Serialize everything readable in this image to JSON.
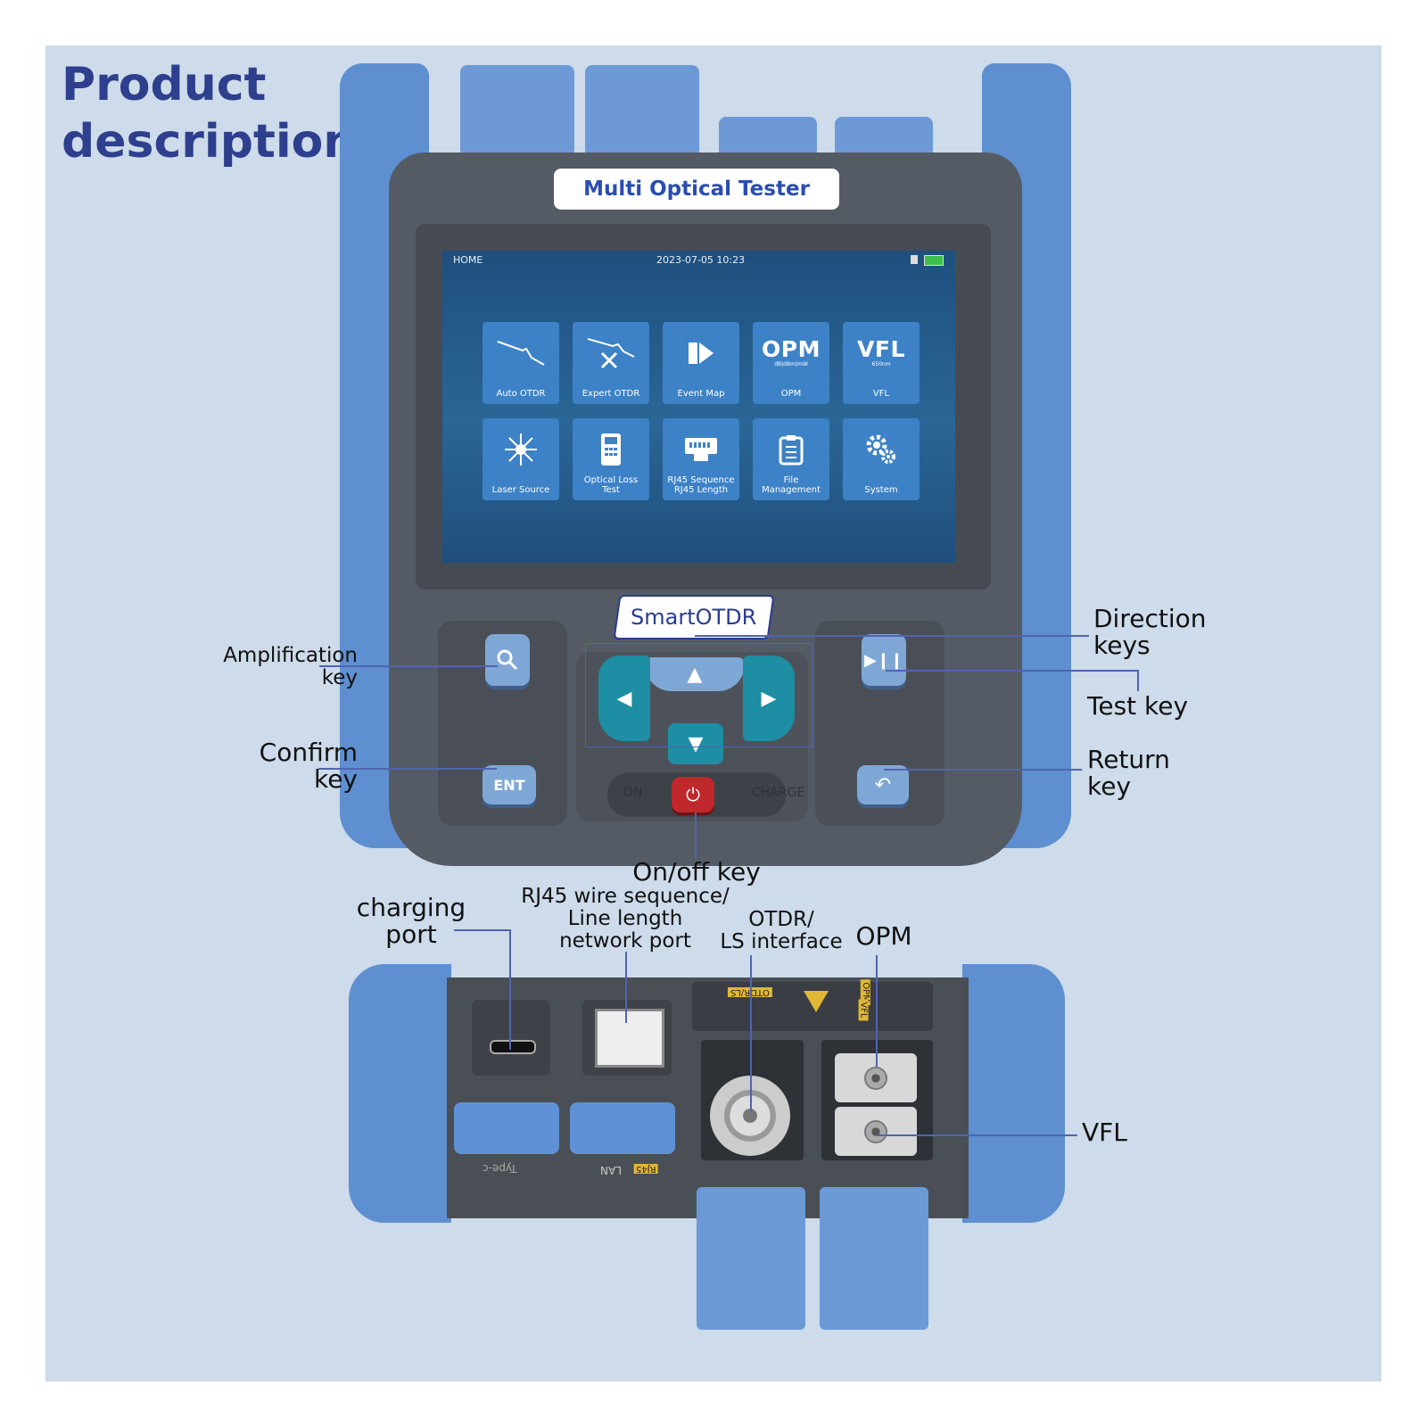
{
  "title": "Product\ndescription",
  "device": {
    "brand_label": "Multi Optical Tester",
    "model_label": "SmartOTDR",
    "status_bar": {
      "left": "HOME",
      "datetime": "2023-07-05 10:23"
    },
    "apps": [
      {
        "big": "",
        "sub": "",
        "caption": "Auto OTDR",
        "icon": "trace-icon"
      },
      {
        "big": "",
        "sub": "",
        "caption": "Expert OTDR",
        "icon": "tools-trace-icon"
      },
      {
        "big": "",
        "sub": "",
        "caption": "Event Map",
        "icon": "event-map-icon"
      },
      {
        "big": "OPM",
        "sub": "dB|dBm|mW",
        "caption": "OPM",
        "icon": ""
      },
      {
        "big": "VFL",
        "sub": "650nm",
        "caption": "VFL",
        "icon": ""
      },
      {
        "big": "",
        "sub": "",
        "caption": "Laser Source",
        "icon": "laser-burst-icon"
      },
      {
        "big": "",
        "sub": "",
        "caption": "Optical Loss\nTest",
        "icon": "meter-icon"
      },
      {
        "big": "",
        "sub": "",
        "caption": "RJ45 Sequence\nRJ45 Length",
        "icon": "rj45-icon"
      },
      {
        "big": "",
        "sub": "",
        "caption": "File\nManagement",
        "icon": "clipboard-icon"
      },
      {
        "big": "",
        "sub": "",
        "caption": "System",
        "icon": "gears-icon"
      }
    ],
    "keys": {
      "enter_label": "ENT",
      "on_label": "ON",
      "charge_label": "CHARGE"
    },
    "ports": {
      "otdr_tag": "OTDR/LS",
      "opm_tag": "OPM",
      "vfl_tag": "VFL",
      "type_c_tag": "Type-c",
      "lan_tag": "LAN",
      "rj45_tag": "RJ45"
    }
  },
  "callouts": {
    "amplification": "Amplification\nkey",
    "confirm": "Confirm\nkey",
    "direction": "Direction\nkeys",
    "test": "Test key",
    "return": "Return\nkey",
    "onoff": "On/off key",
    "charging": "charging\nport",
    "rj45": "RJ45 wire sequence/\nLine length\nnetwork port",
    "otdr": "OTDR/\nLS interface",
    "opm": "OPM",
    "vfl": "VFL"
  },
  "colors": {
    "panel_bg": "#cddbea",
    "title": "#2e3f8e",
    "bumper": "#5e8fd0",
    "housing": "#555b64",
    "tile": "#3d82c6",
    "direction_key": "#1d8ea3",
    "power_key": "#c0282b"
  }
}
